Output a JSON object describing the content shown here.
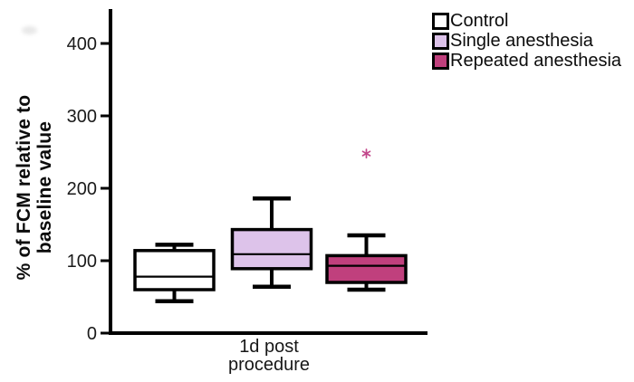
{
  "chart_data": {
    "type": "box",
    "title": "",
    "ylabel": "% of FCM relative to baseline value",
    "ylabel_lines": [
      "% of FCM relative to",
      "baseline value"
    ],
    "xlabel": "1d post procedure",
    "xlabel_lines": [
      "1d post",
      "procedure"
    ],
    "categories": [
      "1d post procedure"
    ],
    "y_ticks": [
      0,
      100,
      200,
      300,
      400
    ],
    "ylim": [
      0,
      450
    ],
    "grid": false,
    "legend_position": "top-right",
    "axis_color": "#000000",
    "outlier_marker": {
      "glyph": "*",
      "color": "#c2478b"
    },
    "series": [
      {
        "name": "Control",
        "fill": "#ffffff",
        "low": 44,
        "q1": 60,
        "median": 78,
        "q3": 114,
        "high": 122,
        "outliers": []
      },
      {
        "name": "Single anesthesia",
        "fill": "#ddc3ea",
        "low": 64,
        "q1": 89,
        "median": 109,
        "q3": 143,
        "high": 186,
        "outliers": []
      },
      {
        "name": "Repeated anesthesia",
        "fill": "#c0407d",
        "low": 60,
        "q1": 70,
        "median": 93,
        "q3": 107,
        "high": 135,
        "outliers": [
          248
        ]
      }
    ]
  }
}
